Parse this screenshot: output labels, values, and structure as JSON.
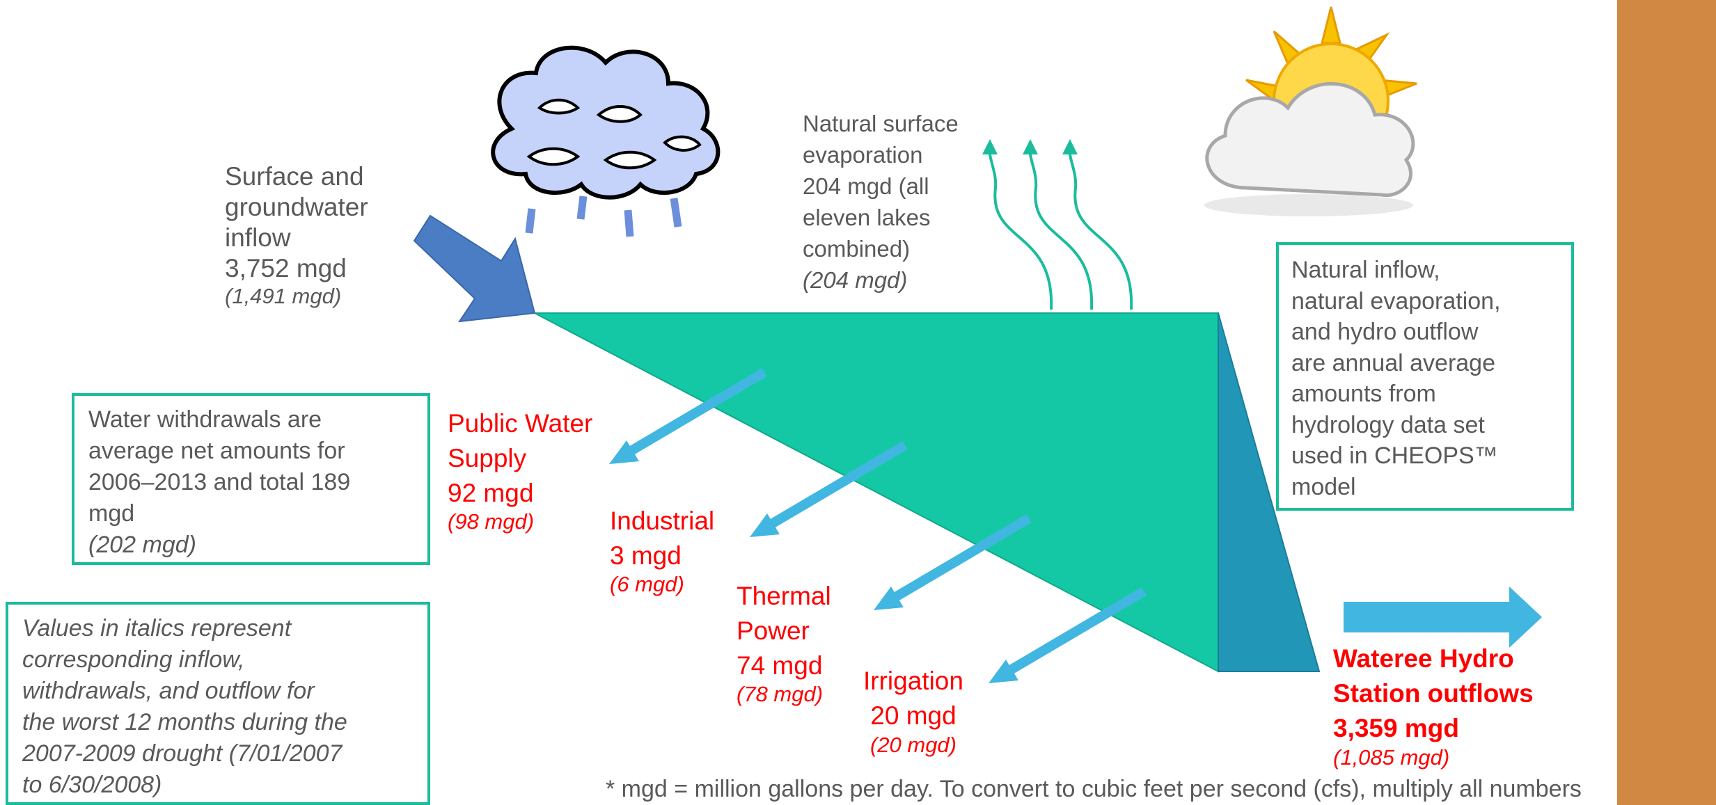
{
  "inflow": {
    "lines": [
      "Surface and",
      "groundwater",
      "inflow",
      "3,752 mgd"
    ],
    "drought_value": "(1,491 mgd)"
  },
  "evaporation": {
    "lines": [
      "Natural surface",
      "evaporation",
      "204 mgd (all",
      "eleven lakes",
      "combined)"
    ],
    "drought_value": "(204 mgd)"
  },
  "withdrawals_note": {
    "lines": [
      "Water withdrawals are",
      "average net amounts for",
      "2006–2013 and total 189",
      "mgd"
    ],
    "drought_value": "(202 mgd)"
  },
  "italics_note": {
    "lines": [
      "Values in italics represent",
      "corresponding inflow,",
      "withdrawals, and outflow for",
      "the worst 12 months during the",
      "2007-2009 drought (7/01/2007",
      "to 6/30/2008)"
    ]
  },
  "hydrology_note": {
    "lines": [
      "Natural inflow,",
      "natural evaporation,",
      "and hydro outflow",
      "are annual average",
      "amounts from",
      "hydrology data set",
      "used in CHEOPS™",
      "model"
    ]
  },
  "withdrawals": {
    "public_water": {
      "lines": [
        "Public Water",
        "Supply",
        "92 mgd"
      ],
      "drought_value": "(98 mgd)"
    },
    "industrial": {
      "lines": [
        "Industrial",
        "3 mgd"
      ],
      "drought_value": "(6 mgd)"
    },
    "thermal": {
      "lines": [
        "Thermal",
        "Power",
        "74 mgd"
      ],
      "drought_value": "(78 mgd)"
    },
    "irrigation": {
      "lines": [
        "Irrigation",
        "20 mgd"
      ],
      "drought_value": "(20 mgd)"
    }
  },
  "outflow": {
    "lines": [
      "Wateree Hydro",
      "Station outflows",
      "3,359 mgd"
    ],
    "drought_value": "(1,085 mgd)"
  },
  "footnote": "* mgd = million gallons per day. To convert to cubic feet per second (cfs), multiply all numbers",
  "colors": {
    "lake": "#14c8a5",
    "dam": "#2196b6",
    "withdrawal_arrow": "#41b6e0",
    "inflow_arrow": "#4a7dc4",
    "evaporation_arrow": "#1abc9c",
    "box_border": "#1abc9c",
    "side_bar": "#d08842",
    "highlight_text": "#ff0000",
    "body_text": "#595959"
  }
}
